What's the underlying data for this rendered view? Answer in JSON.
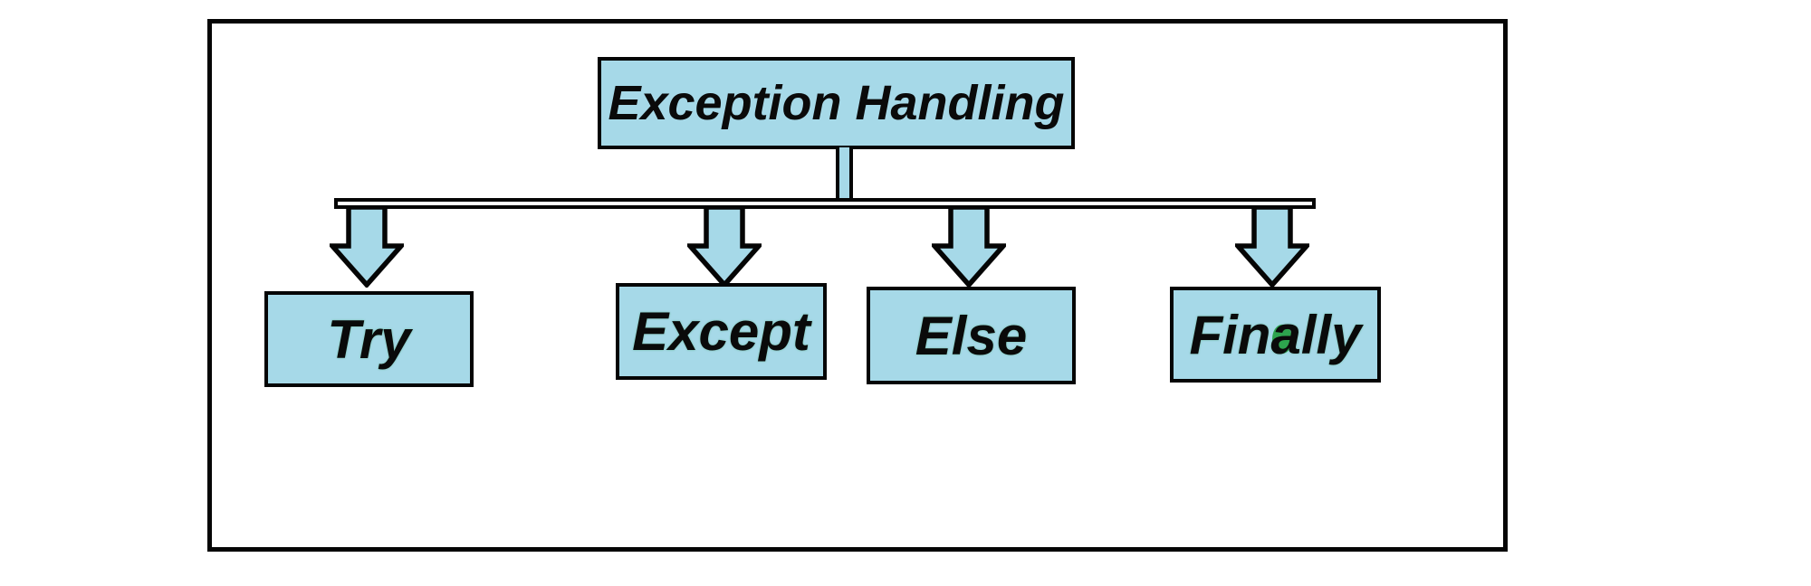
{
  "diagram": {
    "title": "Exception Handling",
    "nodes": [
      {
        "label": "Try"
      },
      {
        "label": "Except"
      },
      {
        "label": "Else"
      },
      {
        "label": "Finally",
        "parts": {
          "pre": "Fin",
          "accent_letter": "a",
          "post": "lly"
        }
      }
    ],
    "connectors": {
      "down_arrow_count": 4,
      "style": "block-arrow-down"
    },
    "colors": {
      "node_fill": "#A6D9E8",
      "outline": "#050505",
      "accent_green": "#2EA44E",
      "background": "#FFFFFF"
    }
  }
}
